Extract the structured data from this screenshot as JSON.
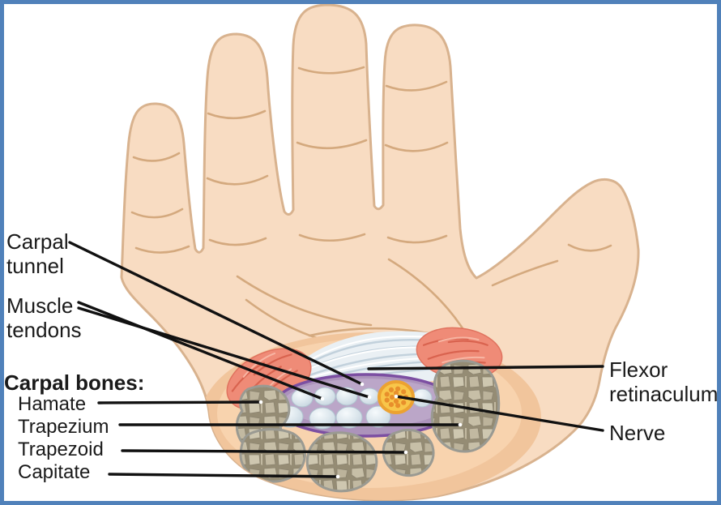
{
  "annotations": {
    "carpal_tunnel": {
      "lines": [
        "Carpal",
        "tunnel"
      ]
    },
    "muscle_tendons": {
      "lines": [
        "Muscle",
        "tendons"
      ]
    },
    "carpal_bones": {
      "heading": "Carpal bones:",
      "items": [
        "Hamate",
        "Trapezium",
        "Trapezoid",
        "Capitate"
      ]
    },
    "flexor_retinaculum": {
      "lines": [
        "Flexor",
        "retinaculum"
      ]
    },
    "nerve": {
      "label": "Nerve"
    }
  },
  "colors": {
    "frame_border": "#5081BA",
    "skin": "#F8DCC2",
    "skin_outline": "#D8B28E",
    "wrist_band": "#F1C59C",
    "wrist_inner": "#F8D3AE",
    "bone_fill": "#C3BAA2",
    "bone_crack": "#8C8470",
    "bone_outline": "#9A9A92",
    "muscle": "#EF8B77",
    "muscle_striation": "#D9634F",
    "retinaculum": "#EAF0F4",
    "retinaculum_fiber": "#C2D1DC",
    "tunnel_fill": "#AC93BB",
    "tunnel_border": "#7C4FA2",
    "tendon": "#DEE8EE",
    "nerve_fill": "#F8C64A",
    "nerve_ring": "#ECA231",
    "nerve_dots": "#E88F2B",
    "leader_line": "#111111"
  }
}
